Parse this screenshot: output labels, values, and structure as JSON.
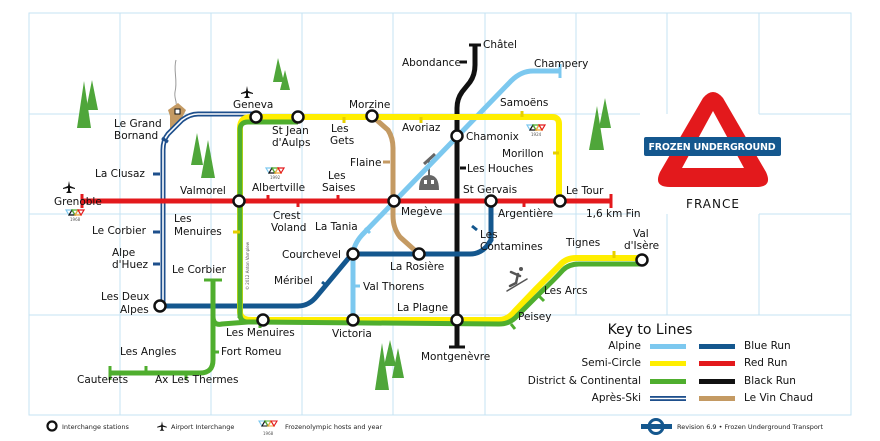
{
  "title": {
    "brand": "FROZEN UNDERGROUND",
    "country": "FRANCE"
  },
  "colors": {
    "alpine": "#7cc8ef",
    "semi_circle": "#ffee00",
    "district_continental": "#4fae2e",
    "apres_ski": "#1e4f8c",
    "blue_run": "#14578e",
    "red_run": "#e3191c",
    "black_run": "#111111",
    "le_vin_chaud": "#c49a63",
    "grid": "#c6e3f3",
    "tree": "#4fa63a",
    "brand_bar": "#14578e"
  },
  "stations": {
    "chatel": "Châtel",
    "abondance": "Abondance",
    "champery": "Champery",
    "geneva": "Geneva",
    "morzine": "Morzine",
    "samoens": "Samoëns",
    "le_grand": "Le Grand",
    "bornand": "Bornand",
    "st_jean": "St Jean",
    "d_aulps": "d'Aulps",
    "les_gets_1": "Les",
    "les_gets_2": "Gets",
    "avoriaz": "Avoriaz",
    "chamonix": "Chamonix",
    "morillon": "Morillon",
    "la_clusaz": "La Clusaz",
    "flaine": "Flaine",
    "les_houches": "Les Houches",
    "albertville": "Albertville",
    "les_saises_1": "Les",
    "les_saises_2": "Saises",
    "grenoble": "Grenoble",
    "valmorel": "Valmorel",
    "st_gervais": "St Gervais",
    "le_tour": "Le Tour",
    "megeve": "Megève",
    "argentiere": "Argentière",
    "fin": "1,6 km Fin",
    "les_menuires_1_a": "Les",
    "les_menuires_1_b": "Menuires",
    "crest_1": "Crest",
    "crest_2": "Voland",
    "la_tania": "La Tania",
    "le_corbier_1": "Le Corbier",
    "alpe_1": "Alpe",
    "alpe_2": "d'Huez",
    "courchevel": "Courchevel",
    "la_rosiere": "La Rosière",
    "les_contamines_1": "Les",
    "les_contamines_2": "Contamines",
    "tignes": "Tignes",
    "val_1": "Val",
    "val_2": "d'Isère",
    "le_corbier_2": "Le Corbier",
    "meribel": "Méribel",
    "val_thorens": "Val Thorens",
    "les_arcs": "Les Arcs",
    "les_deux_1": "Les Deux",
    "les_deux_2": "Alpes",
    "la_plagne": "La Plagne",
    "peisey": "Peisey",
    "les_menuires_2": "Les Menuires",
    "victoria": "Victoria",
    "montgenevre": "Montgenèvre",
    "fort_romeu": "Fort Romeu",
    "les_angles": "Les Angles",
    "cauterets": "Cauterets",
    "ax": "Ax Les Thermes"
  },
  "olympic_years": {
    "albertville": "1992",
    "chamonix": "1924",
    "grenoble": "1968",
    "legend": "1968"
  },
  "copyright": "© 2012 Anton Vamplew",
  "key": {
    "title": "Key to Lines",
    "left": [
      {
        "label": "Alpine",
        "color": "alpine"
      },
      {
        "label": "Semi-Circle",
        "color": "semi_circle"
      },
      {
        "label": "District & Continental",
        "color": "district_continental"
      },
      {
        "label": "Après-Ski",
        "color": "apres_ski"
      }
    ],
    "right": [
      {
        "label": "Blue Run",
        "color": "blue_run"
      },
      {
        "label": "Red Run",
        "color": "red_run"
      },
      {
        "label": "Black Run",
        "color": "black_run"
      },
      {
        "label": "Le Vin Chaud",
        "color": "le_vin_chaud"
      }
    ]
  },
  "legend": {
    "interchange": "Interchange stations",
    "airport": "Airport Interchange",
    "olympic": "Frozenolympic hosts and year"
  },
  "footer": {
    "revision": "Revision 6.9 • Frozen Underground Transport"
  }
}
